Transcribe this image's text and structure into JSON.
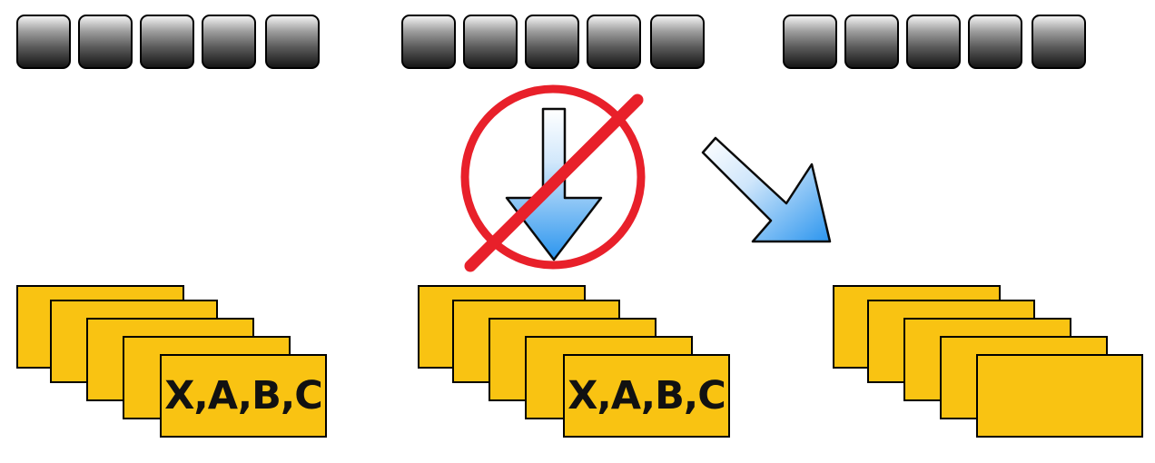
{
  "groups": [
    {
      "id": "left",
      "card_text": "X,A,B,C"
    },
    {
      "id": "middle",
      "card_text": "X,A,B,C"
    },
    {
      "id": "right",
      "card_text": ""
    }
  ],
  "colors": {
    "card_fill": "#f9c312",
    "prohibit_red": "#e8202a",
    "arrow_blue": "#3aa0f0"
  },
  "icons": {
    "blocked_arrow": "down-arrow-icon",
    "prohibition": "prohibition-icon",
    "allowed_arrow": "diagonal-arrow-icon"
  }
}
